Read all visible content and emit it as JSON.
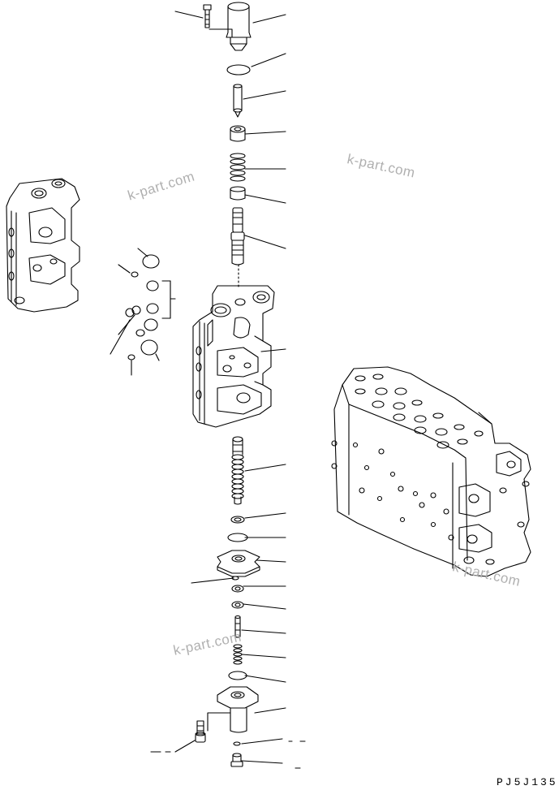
{
  "watermarks": [
    "k-part.com",
    "k-part.com",
    "k-part.com",
    "k-part.com"
  ],
  "diagram_code": "PJ5J135",
  "colors": {
    "line": "#000000",
    "watermark": "#b0b0b0",
    "background": "#ffffff"
  }
}
